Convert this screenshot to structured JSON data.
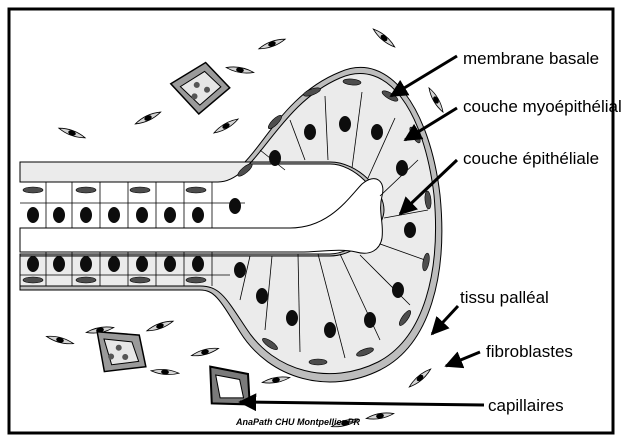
{
  "labels": {
    "membrane_basale": "membrane basale",
    "couche_myoepitheliale": "couche myoépithéliale",
    "couche_epitheliale": "couche épithéliale",
    "tissu_palleal": "tissu palléal",
    "fibroblastes": "fibroblastes",
    "capillaires": "capillaires"
  },
  "credit": "AnaPath CHU Montpellier PR",
  "colors": {
    "background": "#ffffff",
    "frame": "#000000",
    "basal_membrane": "#bdbdbd",
    "cytoplasm": "#ebebeb",
    "nucleus": "#0d0d0d",
    "myoepithelial_nucleus": "#4d4d4d",
    "fibroblast_body": "#d4d4d4",
    "capillary_wall": "#7a7a7a",
    "arrow": "#000000"
  }
}
